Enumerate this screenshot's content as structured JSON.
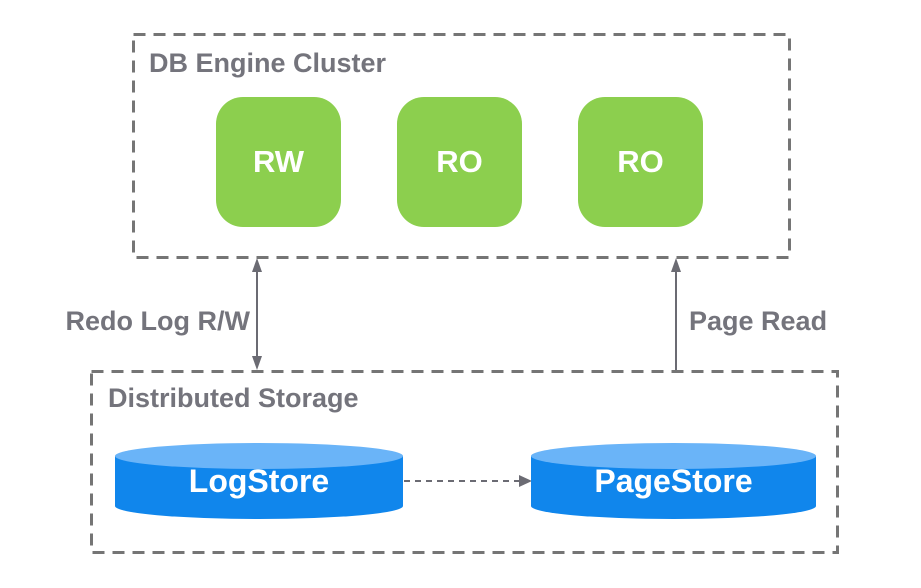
{
  "diagram": {
    "cluster": {
      "title": "DB Engine Cluster",
      "nodes": [
        {
          "label": "RW"
        },
        {
          "label": "RO"
        },
        {
          "label": "RO"
        }
      ]
    },
    "storage": {
      "title": "Distributed Storage",
      "stores": [
        {
          "label": "LogStore"
        },
        {
          "label": "PageStore"
        }
      ]
    },
    "edges": {
      "redo_log": {
        "label": "Redo Log R/W",
        "from": "DB Engine Cluster",
        "to": "Distributed Storage",
        "direction": "bidirectional"
      },
      "page_read": {
        "label": "Page Read",
        "from": "Distributed Storage",
        "to": "DB Engine Cluster",
        "direction": "upward"
      },
      "log_to_page": {
        "from": "LogStore",
        "to": "PageStore",
        "direction": "rightward",
        "style": "dashed"
      }
    },
    "colors": {
      "box_border": "#757575",
      "heading_text": "#74747c",
      "node_fill": "#8ccf4e",
      "node_text": "#ffffff",
      "cylinder_body": "#1086ec",
      "cylinder_top": "#6ab4f8",
      "arrow": "#6b6b73"
    }
  }
}
